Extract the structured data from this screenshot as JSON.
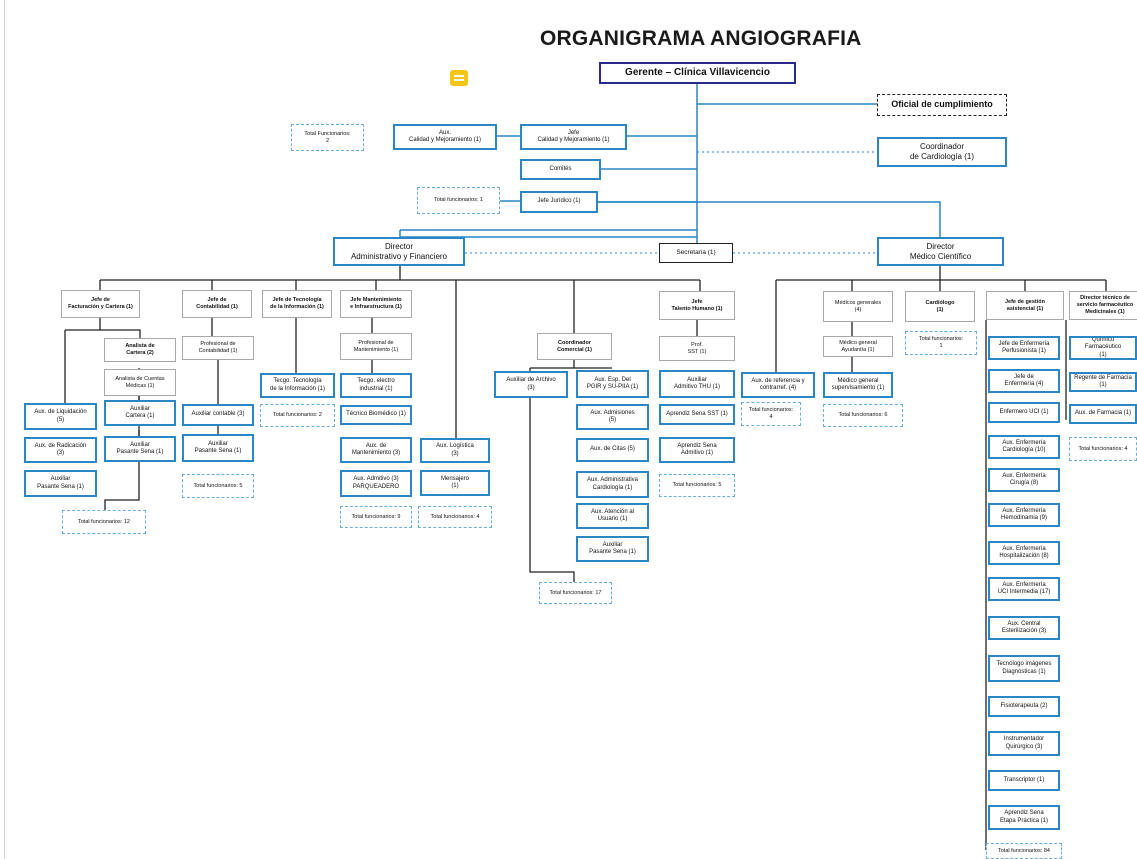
{
  "title": "ORGANIGRAMA ANGIOGRAFIA",
  "icons": {
    "comment": "comment-icon"
  },
  "colors": {
    "box_border": "#2b86c5",
    "top_border": "#2a2a8a",
    "line": "#2b86c5"
  },
  "nodes": {
    "gerente": "Gerente – Clínica  Villavicencio",
    "oficial": "Oficial de cumplimiento",
    "aux_calidad": "Aux.\nCalidad y Mejoramiento  (1)",
    "jefe_calidad": "Jefe\nCalidad y Mejoramiento (1)",
    "total_calidad": "Total Funcionarios:\n2",
    "coord_cardio": "Coordinador\nde Cardiología (1)",
    "comite": "Comités",
    "total_juridico": "Total funcionarios: 1",
    "jefe_juridico": "Jefe Jurídico (1)",
    "dir_admin": "Director\nAdministrativo y Financiero",
    "secretaria": "Secretaria (1)",
    "dir_medico": "Director\nMédico Científico",
    "jefe_fact": "Jefe de\nFacturación y Cartera (1)",
    "analista_cartera": "Analista de\nCartera (2)",
    "analista_cuentas": "Analista de Cuentas\nMédicas (1)",
    "aux_cartera": "Auxiliar\nCartera (1)",
    "aux_pasante_fact": "Auxiliar\nPasante Sena (1)",
    "aux_liquid": "Aux. de Liquidación\n(5)",
    "aux_radic": "Aux. de Radicación\n(3)",
    "aux_pas_fact2": "Auxiliar\nPasante Sena (1)",
    "total_fact": "Total funcionarios: 12",
    "jefe_cont": "Jefe de\nContabilidad (1)",
    "prof_cont": "Profesional de\nContabilidad (1)",
    "aux_contable": "Auxiliar contable (3)",
    "aux_pas_cont": "Auxiliar\nPasante Sena (1)",
    "total_cont": "Total funcionarios: 5",
    "jefe_ti": "Jefe de Tecnología\nde la Información (1)",
    "tec_ti": "Tecgo. Tecnología\nde la Información (1)",
    "total_ti": "Total funcionarios: 2",
    "jefe_mant": "Jefe  Mantenimiento\ne Infraestructura (1)",
    "prof_mant": "Profesional de\nMantenimiento (1)",
    "tec_elec": "Tecgo. electro\nindustrial (1)",
    "tec_bio": "Técnico Biomédico (1)",
    "aux_mant": "Aux. de\nMantenimiento (3)",
    "aux_admin_parq": "Aux. Admitivo (3)\nPARQUEADERO",
    "total_mant": "Total funcionarios: 9",
    "aux_logistica": "Aux. Logística\n(3)",
    "mensajero": "Mensajero\n(1)",
    "total_log": "Total funcionarios: 4",
    "coord_comercial": "Coordinador\nComercial (1)",
    "aux_archivo": "Auxiliar de Archivo\n(3)",
    "aux_esp": "Aux. Esp. Del\nPGIR y SU-PIIA (1)",
    "aux_admisiones": "Aux. Admisiones\n(5)",
    "aux_citas": "Aux. de Citas (5)",
    "aux_admin_cardio": "Aux. Administrativa\nCardiología  (1)",
    "aux_atencion": "Aux. Atención al\nUsuario (1)",
    "aux_pas_com": "Auxiliar\nPasante Sena (1)",
    "total_com": "Total funcionarios: 17",
    "jefe_talento": "Jefe\nTalento Humano (1)",
    "prof_sst": "Prof.\nSST (1)",
    "aux_admin_thu": "Auxiliar\nAdmitivo THU (1)",
    "aprendiz_sst": "Aprendiz Sena SST (1)",
    "aprendiz_admin": "Aprendiz Sena\nAdmitivo (1)",
    "total_talento": "Total funcionarios: 5",
    "aux_referencia": "Aux. de referencia y\ncontrarref. (4)",
    "total_ref": "Total funcionarios:\n4",
    "medicos_generales": "Médicos generales\n(4)",
    "medico_ayudantia": "Médico general\nAyudantía (1)",
    "medico_superv": "Médico general\nsupervisamiento (1)",
    "total_medicos": "Total funcionarios: 6",
    "cardiologo": "Cardiólogo\n(1)",
    "total_cardio": "Total funcionarios:\n1",
    "jefe_gestion": "Jefe de gestión\nasistencial (1)",
    "jefe_enf_perf": "Jefe de Enfermería\nPerfusionista (1)",
    "jefe_enf": "Jefe de\nEnfermería (4)",
    "enfermero_uci": "Enfermero UCI (1)",
    "aux_enf_cardio": "Aux. Enfermería\nCardiología (10)",
    "aux_enf_cirugia": "Aux. Enfermería\nCirugía (8)",
    "aux_enf_hemo": "Aux. Enfermería\nHemodinamia (9)",
    "aux_enf_hosp": "Aux. Enfermería\nHospitalización (8)",
    "aux_enf_uci": "Aux. Enfermería\nUCI Intermedia  (17)",
    "aux_central": "Aux. Central\nEsterilización  (3)",
    "tecnologo_img": "Tecnólogo imágenes\nDiagnósticas  (1)",
    "fisioterapeuta": "Fisioterapeuta  (2)",
    "instrumentador": "Instrumentador\nQuirúrgico (3)",
    "transcriptor": "Transcriptor  (1)",
    "aprendiz_etapa": "Aprendiz Sena\nEtapa Práctica (1)",
    "total_gestion": "Total funcionarios: 84",
    "dir_tecnico": "Director técnico de\nservicio farmacéutico\nMedicinales (1)",
    "quimico": "Químico  Farmacéutico\n(1)",
    "regente": "Regente de Farmacia (1)",
    "aux_farmacia": "Aux. de Farmacia (1)",
    "total_farm": "Total funcionarios: 4"
  }
}
